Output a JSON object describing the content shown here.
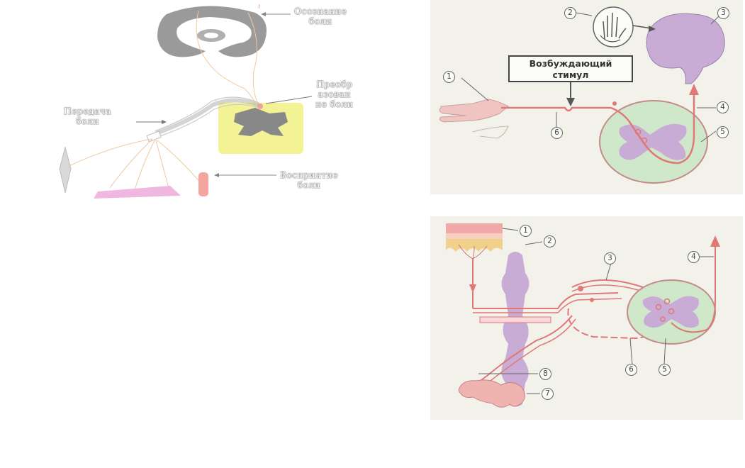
{
  "left_diagram": {
    "labels": {
      "awareness": "Осознание\nболи",
      "transformation": "Преобр\nазован\nне боли",
      "transmission": "Передача\nболи",
      "perception": "Восприятие\nболи"
    }
  },
  "right_top": {
    "stimulus_line1": "Возбуждающий",
    "stimulus_line2": "стимул",
    "markers": [
      "1",
      "2",
      "3",
      "4",
      "5",
      "6"
    ]
  },
  "right_bottom": {
    "markers": [
      "1",
      "2",
      "3",
      "4",
      "5",
      "6",
      "7",
      "8"
    ]
  },
  "colors": {
    "nerve": "#e07878",
    "brain": "#c9acd6",
    "spinal_white": "#cfe8c9",
    "spinal_gray": "#c9acd6",
    "left_cord": "#f2f28a",
    "skin": "#f0c4c0"
  }
}
